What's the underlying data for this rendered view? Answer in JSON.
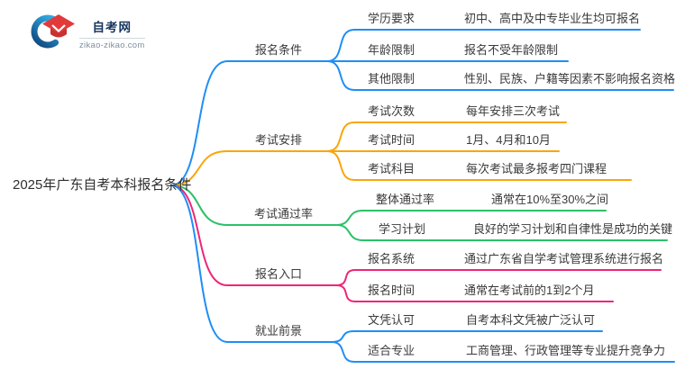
{
  "logo": {
    "title": "自考网",
    "domain": "zikao-zikao.com"
  },
  "root": {
    "label": "2025年广东自考本科报名条件"
  },
  "colors": {
    "blue": "#1f8ef5",
    "orange": "#faa50a",
    "green": "#2cc069",
    "pink": "#ef2577",
    "text": "#3a3a3a",
    "logo_navy": "#16355e",
    "logo_red": "#e23a3a",
    "logo_red_dark": "#c93131",
    "logo_gray": "#7d8f9d"
  },
  "branches": [
    {
      "label": "报名条件",
      "color": "blue",
      "children": [
        {
          "label": "学历要求",
          "value": "初中、高中及中专毕业生均可报名"
        },
        {
          "label": "年龄限制",
          "value": "报名不受年龄限制"
        },
        {
          "label": "其他限制",
          "value": "性别、民族、户籍等因素不影响报名资格"
        }
      ]
    },
    {
      "label": "考试安排",
      "color": "orange",
      "children": [
        {
          "label": "考试次数",
          "value": "每年安排三次考试"
        },
        {
          "label": "考试时间",
          "value": "1月、4月和10月"
        },
        {
          "label": "考试科目",
          "value": "每次考试最多报考四门课程"
        }
      ]
    },
    {
      "label": "考试通过率",
      "color": "green",
      "children": [
        {
          "label": "整体通过率",
          "value": "通常在10%至30%之间"
        },
        {
          "label": "学习计划",
          "value": "良好的学习计划和自律性是成功的关键"
        }
      ]
    },
    {
      "label": "报名入口",
      "color": "pink",
      "children": [
        {
          "label": "报名系统",
          "value": "通过广东省自学考试管理系统进行报名"
        },
        {
          "label": "报名时间",
          "value": "通常在考试前的1到2个月"
        }
      ]
    },
    {
      "label": "就业前景",
      "color": "blue",
      "children": [
        {
          "label": "文凭认可",
          "value": "自考本科文凭被广泛认可"
        },
        {
          "label": "适合专业",
          "value": "工商管理、行政管理等专业提升竞争力"
        }
      ]
    }
  ]
}
